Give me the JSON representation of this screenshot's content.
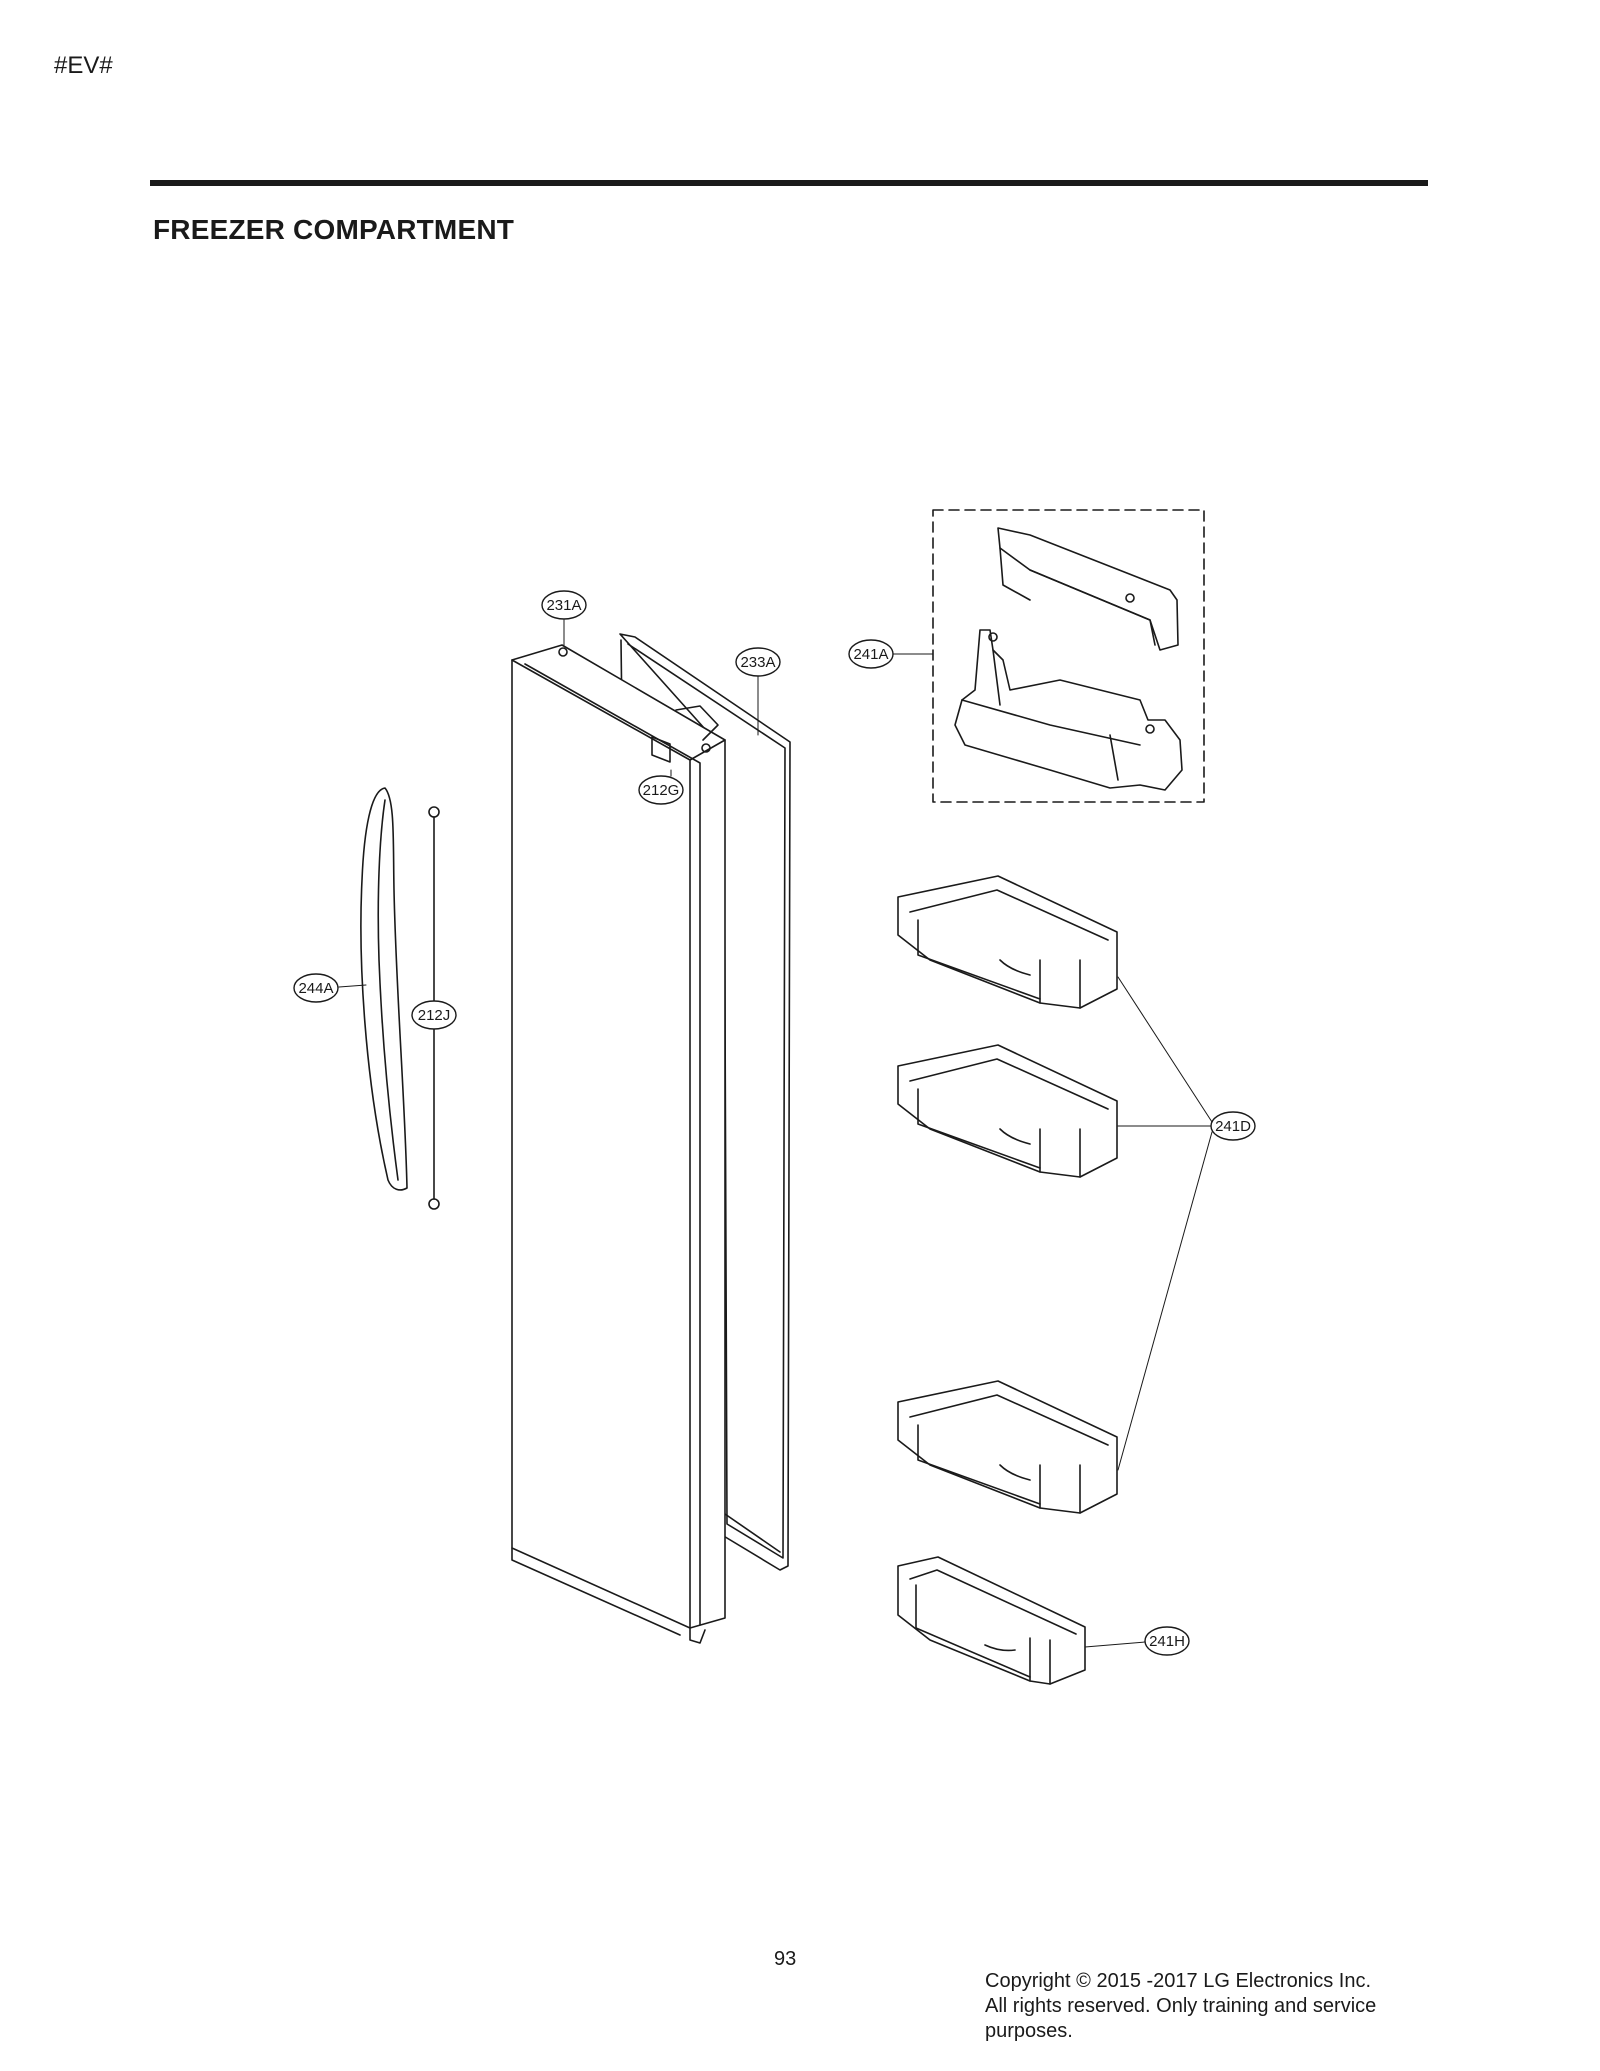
{
  "header": {
    "marker": "#EV#",
    "title": "FREEZER COMPARTMENT"
  },
  "diagram": {
    "callouts": [
      {
        "id": "231A",
        "label": "231A"
      },
      {
        "id": "233A",
        "label": "233A"
      },
      {
        "id": "212G",
        "label": "212G"
      },
      {
        "id": "241A",
        "label": "241A"
      },
      {
        "id": "244A",
        "label": "244A"
      },
      {
        "id": "212J",
        "label": "212J"
      },
      {
        "id": "241D",
        "label": "241D"
      },
      {
        "id": "241H",
        "label": "241H"
      }
    ],
    "parts": [
      "door-panel",
      "door-gasket",
      "door-label",
      "door-handle",
      "handle-screws",
      "door-basket-assembly",
      "door-basket",
      "small-door-basket"
    ]
  },
  "footer": {
    "page_number": "93",
    "copyright_lines": [
      "Copyright © 2015 -2017 LG Electronics Inc.",
      "All rights reserved. Only training and service",
      "purposes."
    ]
  },
  "colors": {
    "ink": "#1a1a1a",
    "paper": "#ffffff"
  }
}
